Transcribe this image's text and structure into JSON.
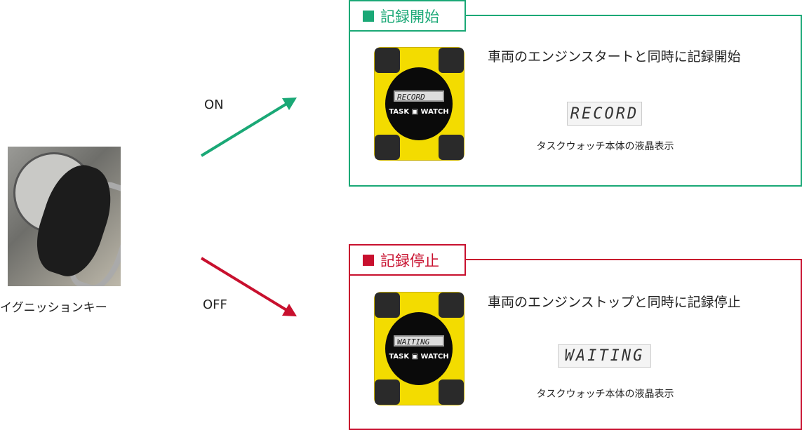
{
  "key": {
    "label": "イグニッションキー"
  },
  "arrows": {
    "on_label": "ON",
    "off_label": "OFF"
  },
  "colors": {
    "start": "#1aa876",
    "stop": "#c8102e"
  },
  "start": {
    "tab": "記録開始",
    "heading": "車両のエンジンスタートと同時に記録開始",
    "lcd": "RECORD",
    "device_lcd": "RECORD",
    "brand": "TASK ▣ WATCH",
    "caption": "タスクウォッチ本体の液晶表示"
  },
  "stop": {
    "tab": "記録停止",
    "heading": "車両のエンジンストップと同時に記録停止",
    "lcd": "WAITING",
    "device_lcd": "WAITING",
    "brand": "TASK ▣ WATCH",
    "caption": "タスクウォッチ本体の液晶表示"
  }
}
